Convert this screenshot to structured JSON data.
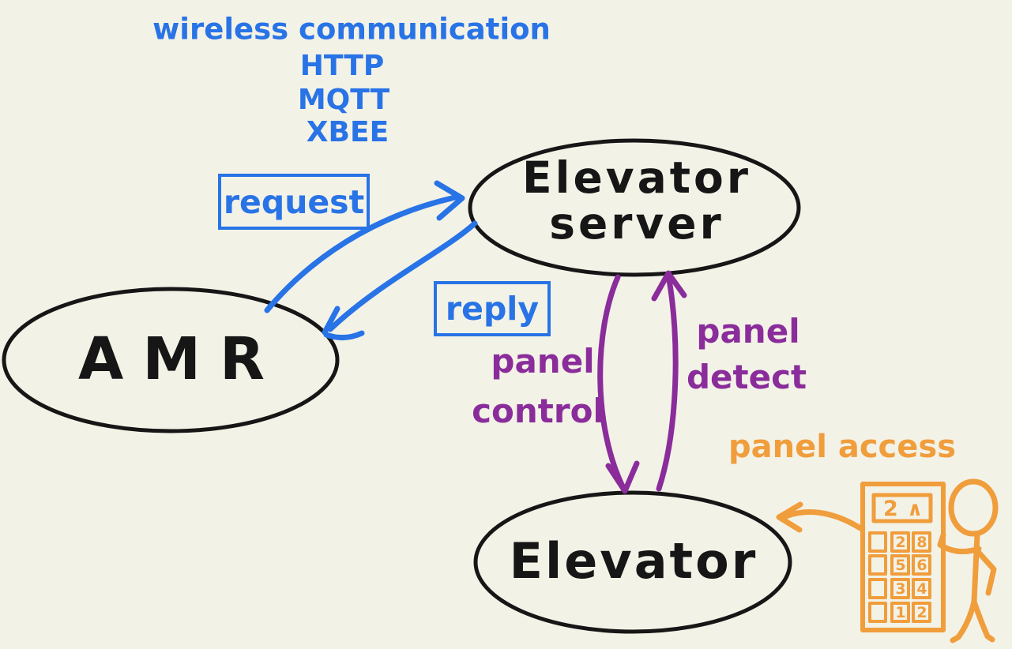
{
  "colors": {
    "background": "#f3f2e7",
    "blue": "#2873e6",
    "purple": "#8a2d9b",
    "orange": "#f09d3c",
    "ink": "#161616"
  },
  "protocols": {
    "title": "wireless communication",
    "items": [
      "HTTP",
      "MQTT",
      "XBEE"
    ]
  },
  "nodes": {
    "amr": "AMR",
    "server_line1": "Elevator",
    "server_line2": "server",
    "elevator": "Elevator"
  },
  "edges": {
    "request": "request",
    "reply": "reply",
    "panel_control": [
      "panel",
      "control"
    ],
    "panel_detect": [
      "panel",
      "detect"
    ],
    "panel_access": "panel access"
  },
  "panel": {
    "display_floor": "2",
    "display_direction": "∧",
    "buttons": [
      [
        "2",
        "8"
      ],
      [
        "5",
        "6"
      ],
      [
        "3",
        "4"
      ],
      [
        "1",
        "2"
      ]
    ]
  }
}
